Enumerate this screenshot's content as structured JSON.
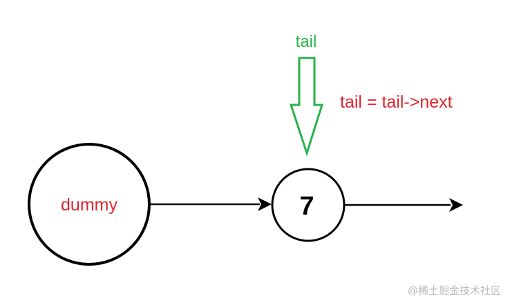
{
  "diagram": {
    "pointer_label": "tail",
    "assignment_text": "tail = tail->next",
    "nodes": [
      {
        "id": "dummy",
        "label": "dummy"
      },
      {
        "id": "node-7",
        "label": "7"
      }
    ],
    "edges": [
      {
        "from": "dummy",
        "to": "node-7"
      },
      {
        "from": "node-7",
        "to": ""
      }
    ],
    "watermark": "@稀土掘金技术社区",
    "colors": {
      "pointer": "#27b34a",
      "assignment": "#e0262f",
      "dummy_label": "#e0262f",
      "node_stroke": "#000000",
      "watermark": "#b8b8b8"
    }
  }
}
